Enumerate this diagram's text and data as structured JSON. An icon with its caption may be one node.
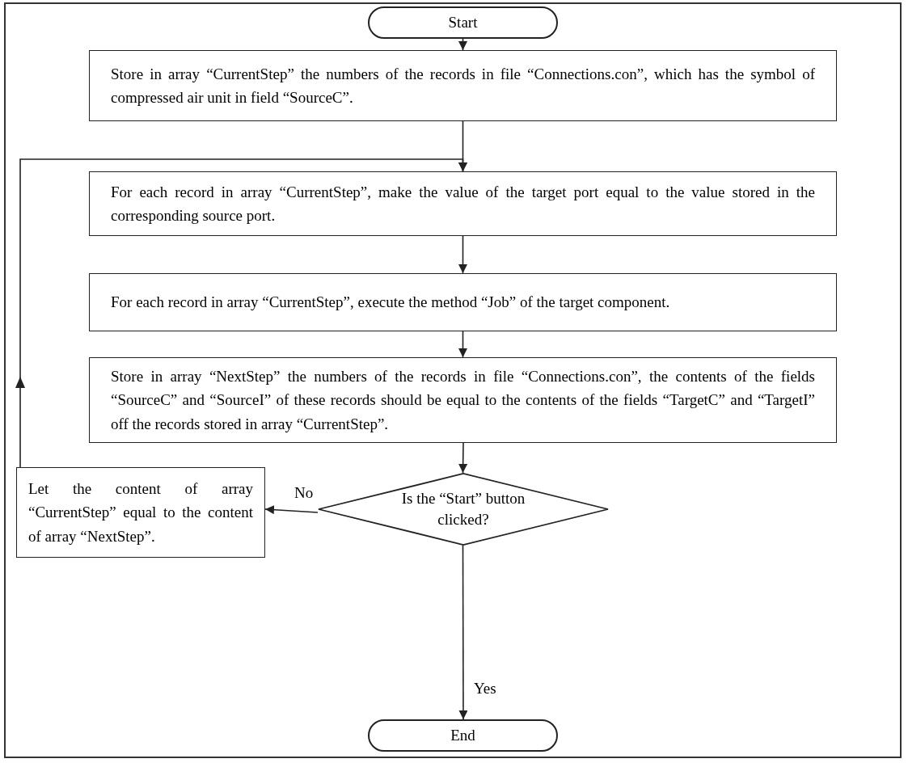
{
  "diagram": {
    "nodes": [
      {
        "text": [
          "Start"
        ]
      },
      {
        "text": [
          "Store in array “CurrentStep” the numbers of the records in file “Connections.con”, which has the symbol of compressed air unit in field “SourceC”."
        ]
      },
      {
        "text": [
          "For each record in array “CurrentStep”, make the value of the target port equal to the value stored in the corresponding source port."
        ]
      },
      {
        "text": [
          "For each record in array “CurrentStep”, execute the method “Job” of the target component."
        ]
      },
      {
        "text": [
          "Store in array “NextStep” the numbers of the records in file “Connections.con”, the contents of the fields “SourceC” and “SourceI” of these records should be equal to the contents of the fields “TargetC” and “TargetI” off the records stored in array “CurrentStep”."
        ]
      },
      {
        "text": [
          "Is the “Start” button clicked?"
        ]
      },
      {
        "text": [
          "Let the content of array “CurrentStep” equal to the content of array “NextStep”."
        ]
      },
      {
        "text": [
          "End"
        ]
      }
    ],
    "edges": [
      {
        "from": 0,
        "to": 1,
        "arrow": "to"
      },
      {
        "from": 1,
        "to": 2,
        "arrow": "to"
      },
      {
        "from": 2,
        "to": 3,
        "arrow": "to"
      },
      {
        "from": 3,
        "to": 4,
        "arrow": "to"
      },
      {
        "from": 4,
        "to": 5,
        "arrow": "to"
      },
      {
        "from": 5,
        "to": 6,
        "arrow": "to",
        "label": "No"
      },
      {
        "from": 6,
        "to": 2,
        "arrow": "to"
      },
      {
        "from": 5,
        "to": 7,
        "arrow": "to",
        "label": "Yes"
      }
    ]
  }
}
